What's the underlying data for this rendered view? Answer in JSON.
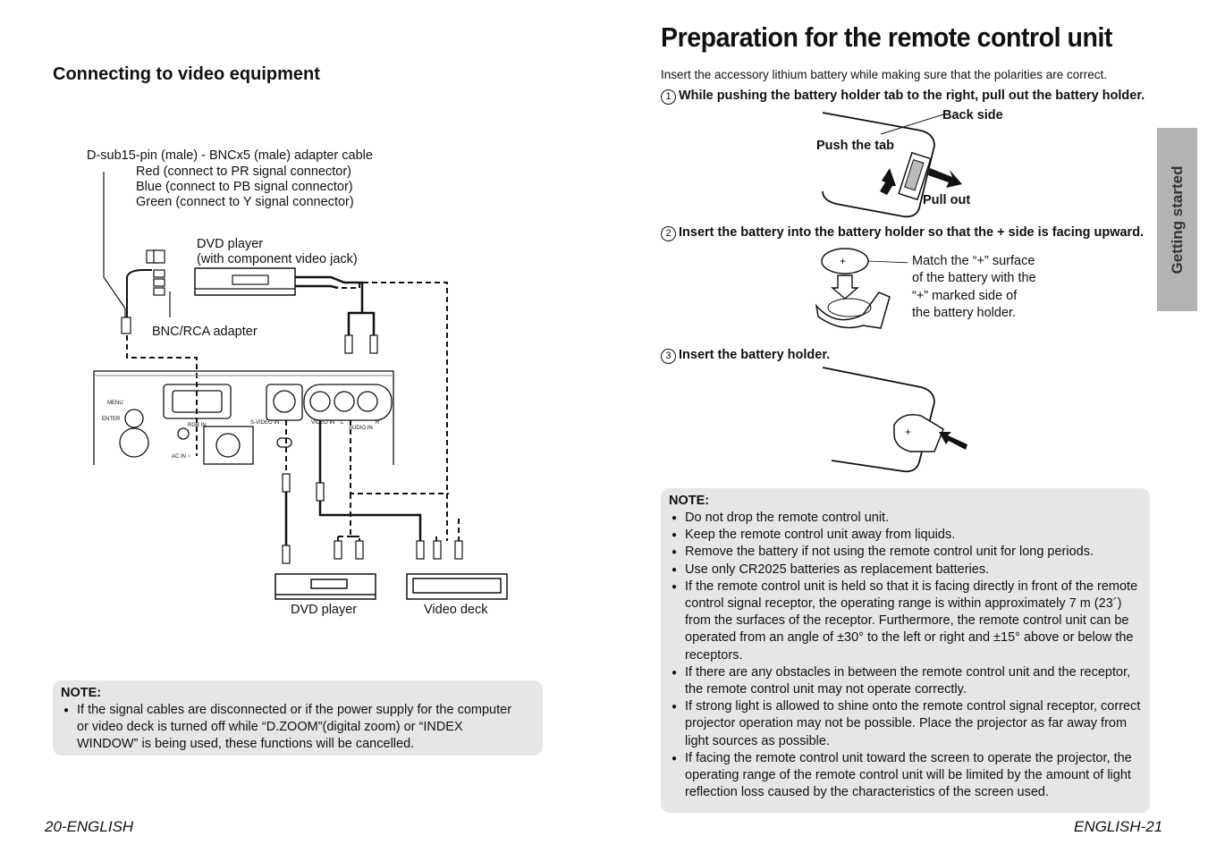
{
  "left": {
    "heading": "Connecting to video equipment",
    "cable_label": "D-sub15-pin (male) - BNCx5 (male) adapter cable",
    "cable_red": "Red (connect to PR signal connector)",
    "cable_blue": "Blue (connect to PB signal connector)",
    "cable_green": "Green (connect to Y signal connector)",
    "dvd_top_1": "DVD player",
    "dvd_top_2": "(with component video jack)",
    "bnc_rca": "BNC/RCA adapter",
    "panel": {
      "menu": "MENU",
      "enter": "ENTER",
      "rgb_in": "RGB IN",
      "svideo_in": "S-VIDEO IN",
      "video_in": "VIDEO IN",
      "audio_l": "L",
      "audio_in": "AUDIO IN",
      "audio_r": "R",
      "ac_in": "AC IN ~"
    },
    "dvd_bottom": "DVD player",
    "video_deck": "Video deck",
    "note_title": "NOTE:",
    "note_items": [
      "If the signal cables are disconnected or if the power supply for the computer or video deck is turned off while “D.ZOOM”(digital zoom) or “INDEX WINDOW” is being used, these functions will be cancelled."
    ],
    "page_footer": "20-ENGLISH"
  },
  "right": {
    "heading": "Preparation for the remote control unit",
    "intro": "Insert the accessory lithium battery while making sure that the polarities are correct.",
    "step1_num": "1",
    "step1_text": "While pushing the battery holder tab to the right, pull out the battery holder.",
    "step1_back_side": "Back side",
    "step1_push_tab": "Push the tab",
    "step1_pull_out": "Pull out",
    "step2_num": "2",
    "step2_text": "Insert the battery into the battery holder so that the + side is facing upward.",
    "step2_match": "Match the “+” surface of the battery with the “+” marked side of the battery holder.",
    "step3_num": "3",
    "step3_text": "Insert the battery holder.",
    "note_title": "NOTE:",
    "note_items": [
      "Do not drop the remote control unit.",
      "Keep the remote control unit away from liquids.",
      "Remove the battery if not using the remote control unit for long periods.",
      "Use only CR2025 batteries as replacement batteries.",
      "If the remote control unit is held so that it is facing directly in front of the remote control signal receptor, the operating range is within approximately 7 m (23´) from the surfaces of the receptor. Furthermore, the remote control unit can be operated from an angle of ±30° to the left or right and ±15° above or below the receptors.",
      "If there are any obstacles in between the remote control unit and the receptor, the remote control unit may not operate correctly.",
      "If strong light is allowed to shine onto the remote control signal receptor, correct projector operation may not be possible. Place the projector as far away from light sources as possible.",
      "If facing the remote control unit toward the screen to operate the projector, the operating range of the remote control unit will be limited by the amount of light reflection loss caused by the characteristics of the screen used."
    ],
    "side_tab": "Getting started",
    "page_footer": "ENGLISH-21"
  }
}
